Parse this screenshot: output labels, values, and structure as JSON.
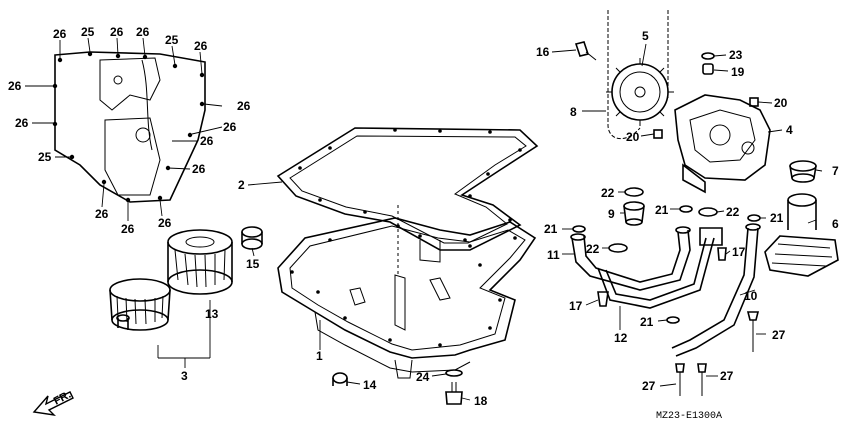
{
  "diagram_code": "MZ23-E1300A",
  "direction_label": "FR.",
  "callouts": {
    "c1": "1",
    "c2": "2",
    "c3": "3",
    "c4": "4",
    "c5": "5",
    "c6": "6",
    "c7": "7",
    "c8": "8",
    "c9": "9",
    "c10": "10",
    "c11": "11",
    "c12": "12",
    "c13": "13",
    "c14": "14",
    "c15": "15",
    "c16": "16",
    "c17": "17",
    "c18": "18",
    "c19": "19",
    "c20": "20",
    "c21": "21",
    "c22": "22",
    "c23": "23",
    "c24": "24",
    "c25": "25",
    "c26": "26",
    "c27": "27"
  }
}
